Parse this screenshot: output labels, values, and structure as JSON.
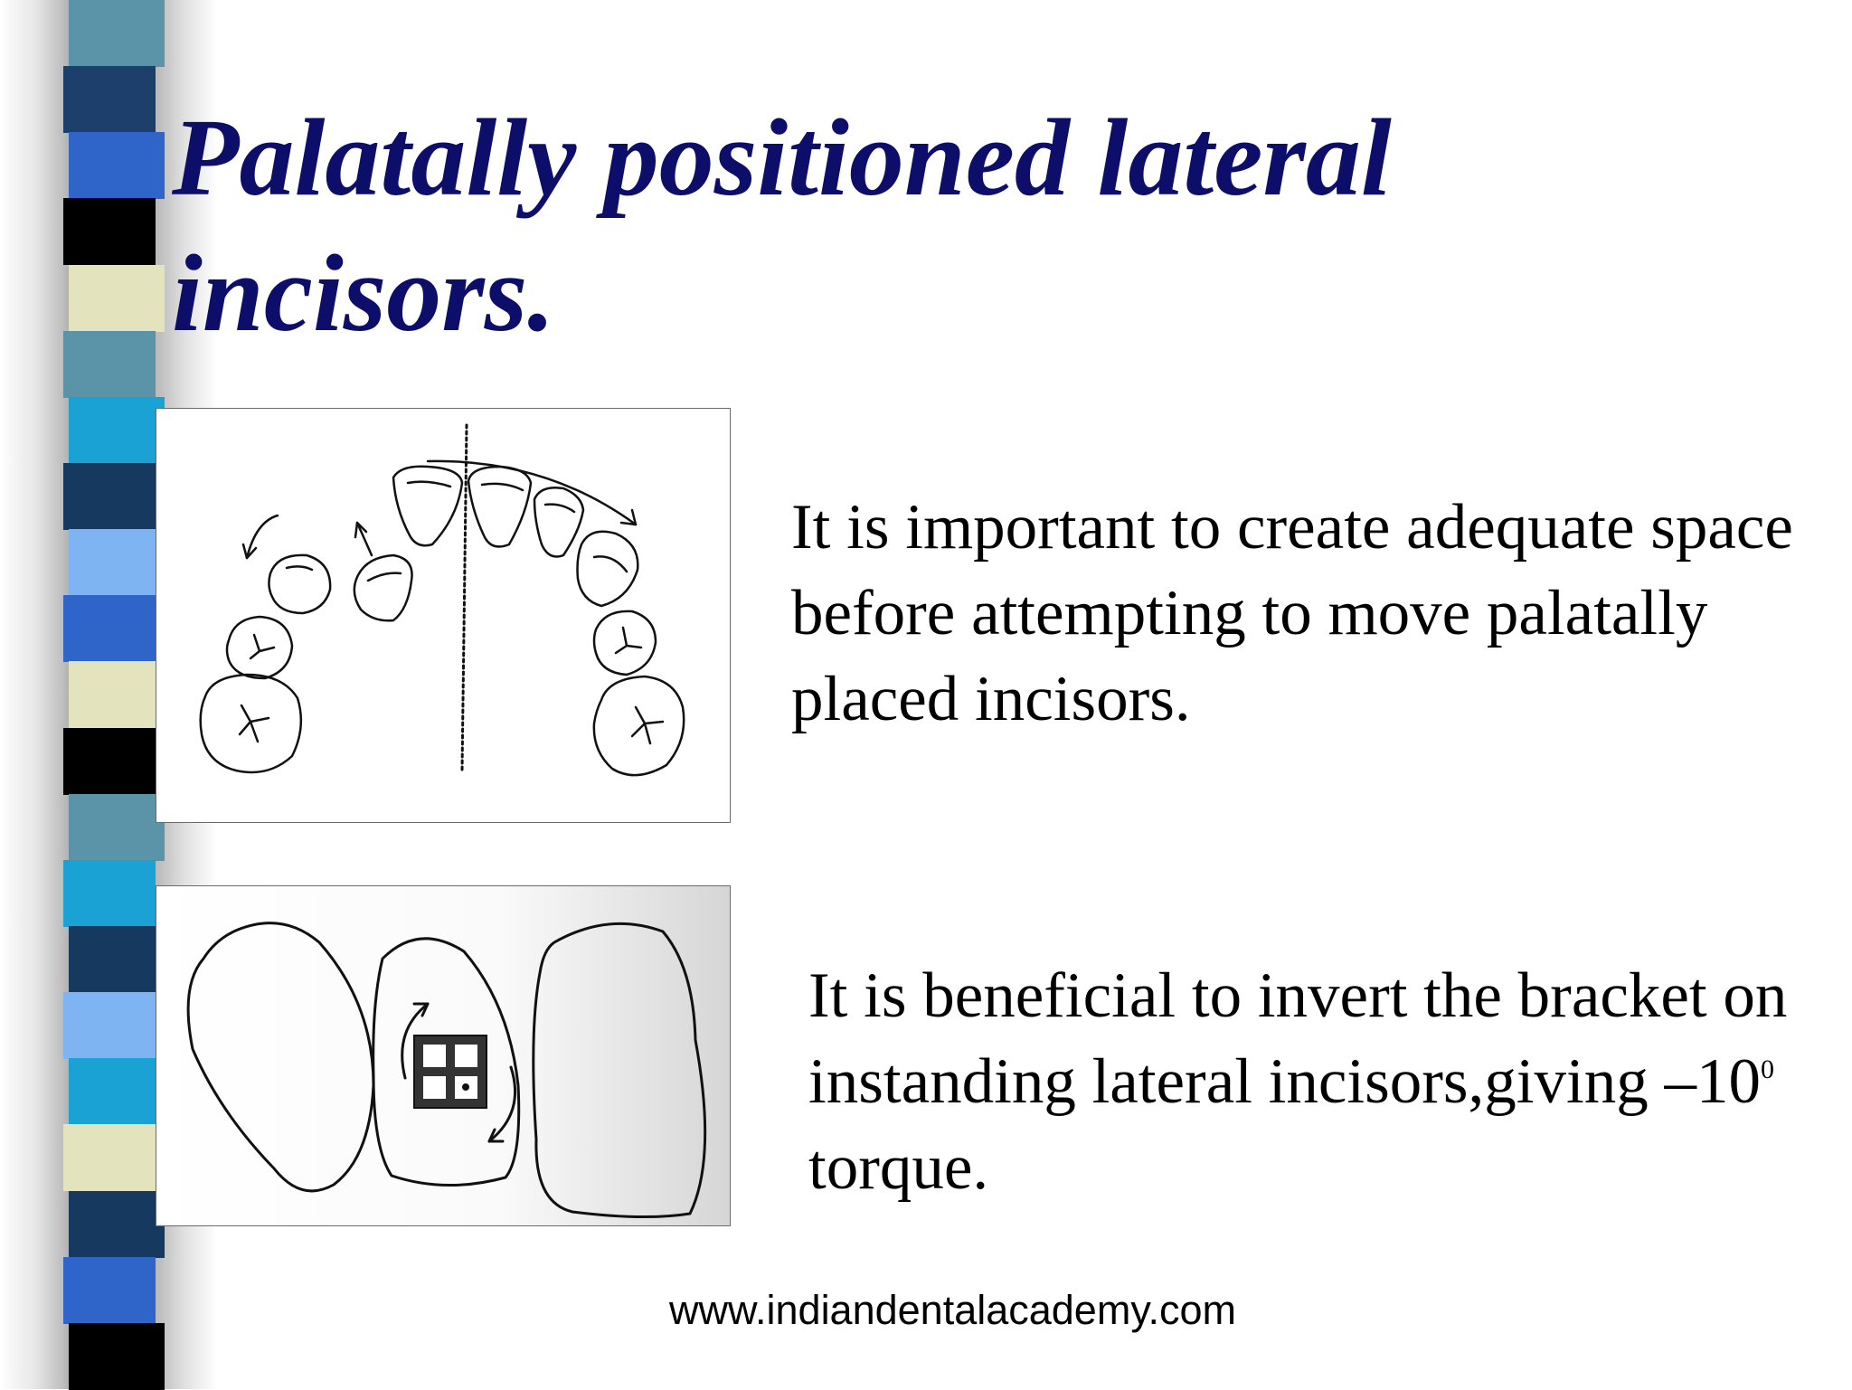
{
  "slide": {
    "title": "Palatally positioned lateral incisors.",
    "paragraph_1": "It is important to create adequate space before attempting to move palatally placed incisors.",
    "paragraph_2": {
      "before_sup": "It is beneficial to invert the bracket  on instanding lateral incisors,giving –10",
      "sup": "0",
      "after_sup": "  torque."
    },
    "footer_url": "www.indiandentalacademy.com"
  },
  "decor_stripes": [
    "#5b93a8",
    "#1c3f6b",
    "#2f64c9",
    "#000000",
    "#e3e3bd",
    "#5b93a8",
    "#1aa2d4",
    "#15395f",
    "#7fb4f2",
    "#2f64c9",
    "#e3e3bd",
    "#000000",
    "#5b93a8",
    "#1aa2d4",
    "#15395f",
    "#7fb4f2",
    "#1aa2d4",
    "#e3e3bd",
    "#15395f",
    "#2f64c9",
    "#000000"
  ],
  "colors": {
    "title": "#0d0d6a",
    "body_text": "#000000"
  }
}
